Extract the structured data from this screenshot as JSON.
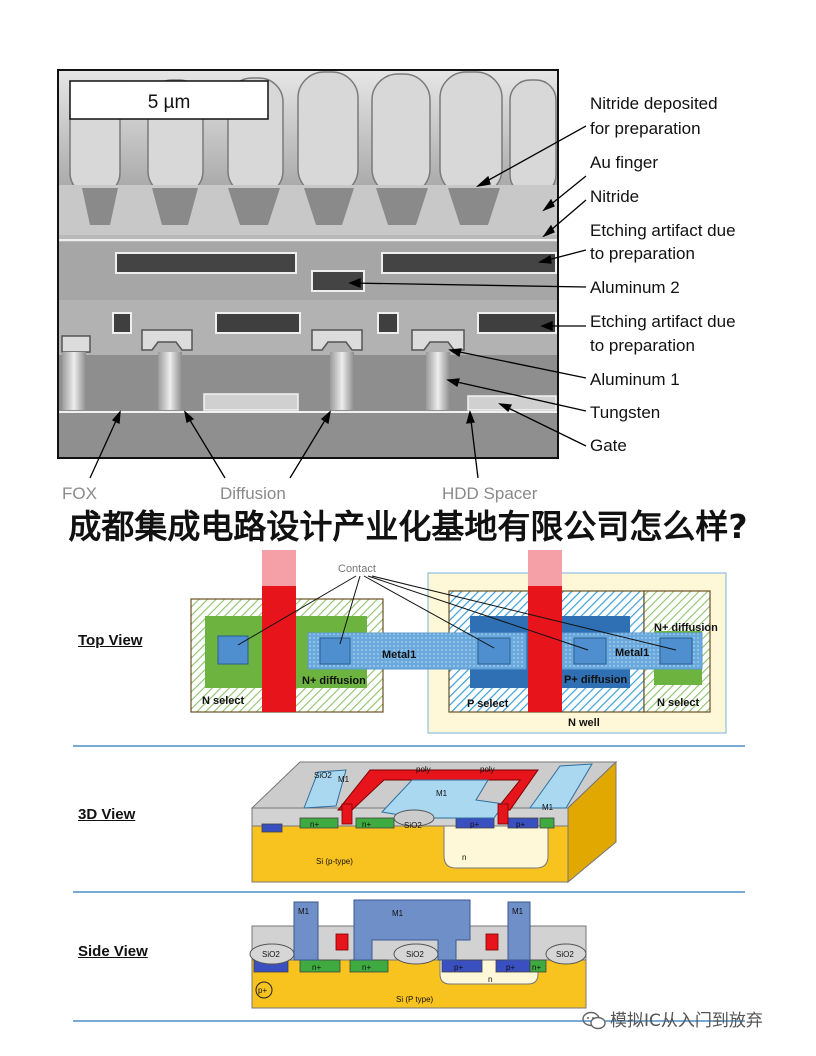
{
  "headline": "成都集成电路设计产业化基地有限公司怎么样?",
  "sem_figure": {
    "scale_bar": "5 µm",
    "callouts": [
      "Nitride deposited",
      "for preparation",
      "Au finger",
      "Nitride",
      "Etching artifact due",
      "to preparation",
      "Aluminum 2",
      "Etching artifact due",
      "to preparation",
      "Aluminum 1",
      "Tungsten",
      "Gate"
    ],
    "bottom_labels": [
      "FOX",
      "Diffusion",
      "HDD Spacer"
    ]
  },
  "top_view": {
    "row_label": "Top View",
    "contact": "Contact",
    "metal1_left": "Metal1",
    "metal1_right": "Metal1",
    "n_select_left": "N select",
    "n_diffusion_left": "N+ diffusion",
    "p_select": "P select",
    "p_diffusion": "P+ diffusion",
    "n_diffusion_right": "N+ diffusion",
    "n_select_right": "N select",
    "n_well": "N well"
  },
  "view_3d": {
    "row_label": "3D View",
    "sio2": "SiO2",
    "m1_a": "M1",
    "m1_b": "M1",
    "m1_c": "M1",
    "poly_a": "poly",
    "poly_b": "poly",
    "n_plus_a": "n+",
    "n_plus_b": "n+",
    "p_plus_a": "p+",
    "p_plus_b": "p+",
    "sio2_b": "SiO2",
    "n_well": "n",
    "substrate": "Si (p-type)"
  },
  "side_view": {
    "row_label": "Side View",
    "m1_left": "M1",
    "m1_mid": "M1",
    "m1_right": "M1",
    "sio2_left": "SiO2",
    "sio2_mid": "SiO2",
    "sio2_right": "SiO2",
    "n_plus_a": "n+",
    "n_plus_b": "n+",
    "p_plus_a": "p+",
    "p_plus_b": "p+",
    "p_plus_tap": "p+",
    "n_plus_tap": "n+",
    "n_well": "n",
    "substrate": "Si (P type)"
  },
  "watermark": "模拟IC从入门到放弃",
  "colors": {
    "poly": "#e8141c",
    "n_diffusion": "#6db33f",
    "metal1": "#4f8fd0",
    "well": "#fff8d8",
    "substrate": "#f9c31f",
    "sem_bg": "#bdbdbd"
  }
}
